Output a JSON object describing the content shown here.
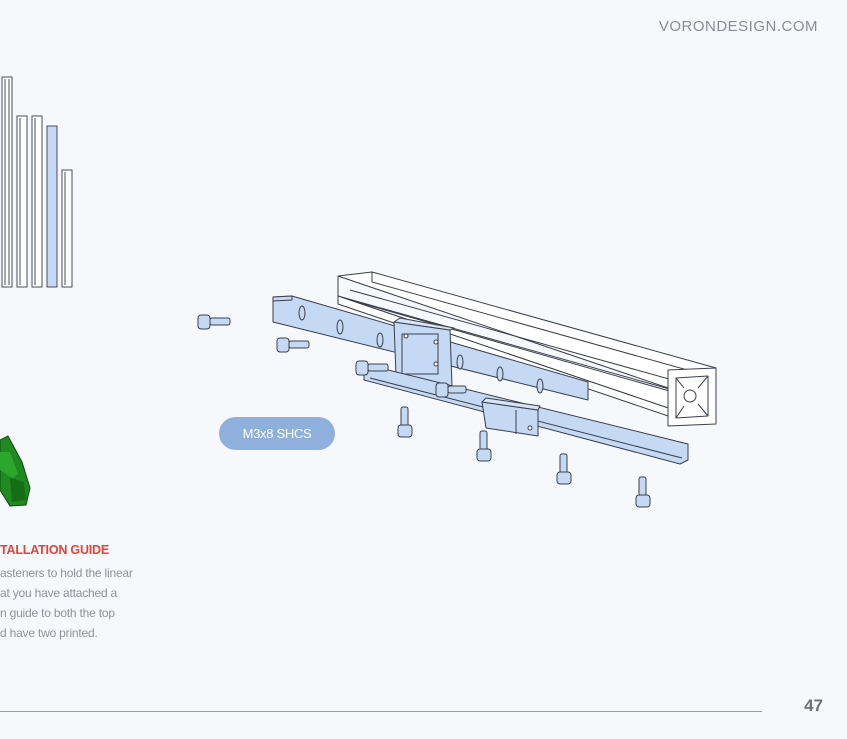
{
  "header": {
    "site": "VORONDESIGN.COM"
  },
  "callout": {
    "label": "M3x8 SHCS"
  },
  "guide": {
    "title": "TALLATION GUIDE",
    "lines": [
      "asteners to hold the linear",
      "at you have attached a",
      "n guide to both the top",
      "d have two printed."
    ]
  },
  "footer": {
    "page_number": "47"
  },
  "colors": {
    "part_blue": "#c5d8f4",
    "outline": "#3a3f4a",
    "callout_bg": "#8fb0dc",
    "accent_red": "#e0453b",
    "printed_green": "#1f8a1f"
  },
  "icons": [
    "extrusion-parts-icon",
    "printed-part-icon",
    "linear-rail-assembly-icon"
  ]
}
